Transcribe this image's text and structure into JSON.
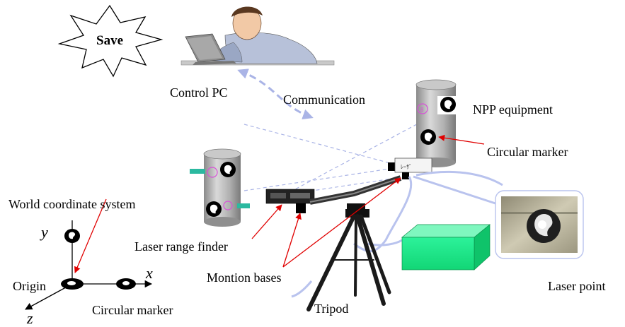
{
  "labels": {
    "save": "Save",
    "control_pc": "Control PC",
    "communication": "Communication",
    "npp_equipment": "NPP equipment",
    "circular_marker_top": "Circular marker",
    "world_coordinate_system": "World coordinate system",
    "axis_y": "y",
    "axis_x": "x",
    "axis_z": "z",
    "origin": "Origin",
    "circular_marker_bottom": "Circular marker",
    "laser_range_finder": "Laser  range finder",
    "motion_bases": "Montion bases",
    "tripod": "Tripod",
    "laser_point": "Laser point"
  },
  "icons": {
    "save_burst": "starburst-icon",
    "operator": "person-at-laptop-icon",
    "marker": "circular-marker-icon",
    "cylinder": "cylinder-equipment-icon",
    "box": "green-box-icon",
    "tripod": "tripod-icon",
    "inset": "laser-point-photo-icon"
  },
  "colors": {
    "arrow_red": "#e00000",
    "dashed_blue": "#aab4e6",
    "cable": "#b9c3ee",
    "box_green": "#22ee88",
    "cylinder_gray": "#a7a7a7",
    "teal_pin": "#2bb9a0"
  }
}
